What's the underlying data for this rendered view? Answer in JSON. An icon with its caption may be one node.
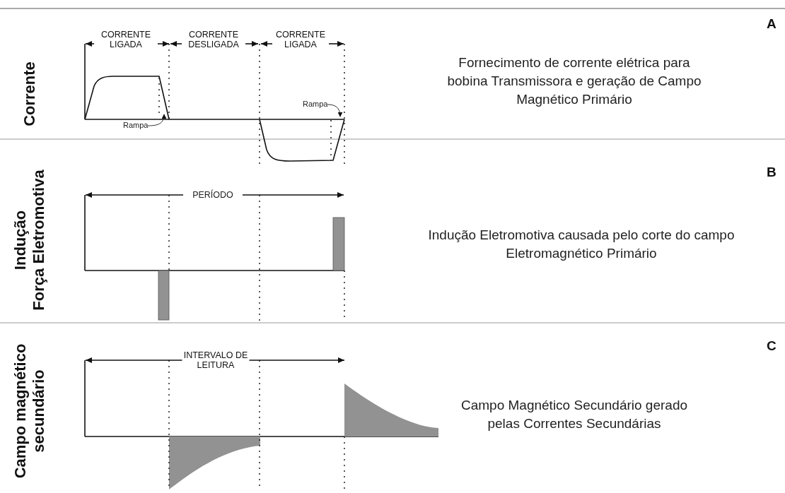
{
  "diagram": {
    "nodes": [
      {
        "text": [
          "Rampa"
        ]
      },
      {
        "text": [
          "Rampa"
        ]
      }
    ],
    "edges": [
      {
        "from": 0,
        "to": null,
        "arrow": "to"
      },
      {
        "from": 1,
        "to": null,
        "arrow": "to"
      }
    ],
    "labels": [
      "Corrente",
      "CORRENTE LIGADA",
      "CORRENTE DESLIGADA",
      "CORRENTE LIGADA",
      "A",
      "Fornecimento de corrente elétrica para bobina Transmissora e geração de Campo Magnético Primário",
      "Indução Força Eletromotiva",
      "PERÍODO",
      "B",
      "Indução Eletromotiva causada pelo corte do campo Eletromagnético Primário",
      "Campo magnético secundário",
      "INTERVALO DE LEITURA",
      "C",
      "Campo Magnético Secundário gerado pelas Correntes Secundárias"
    ]
  }
}
